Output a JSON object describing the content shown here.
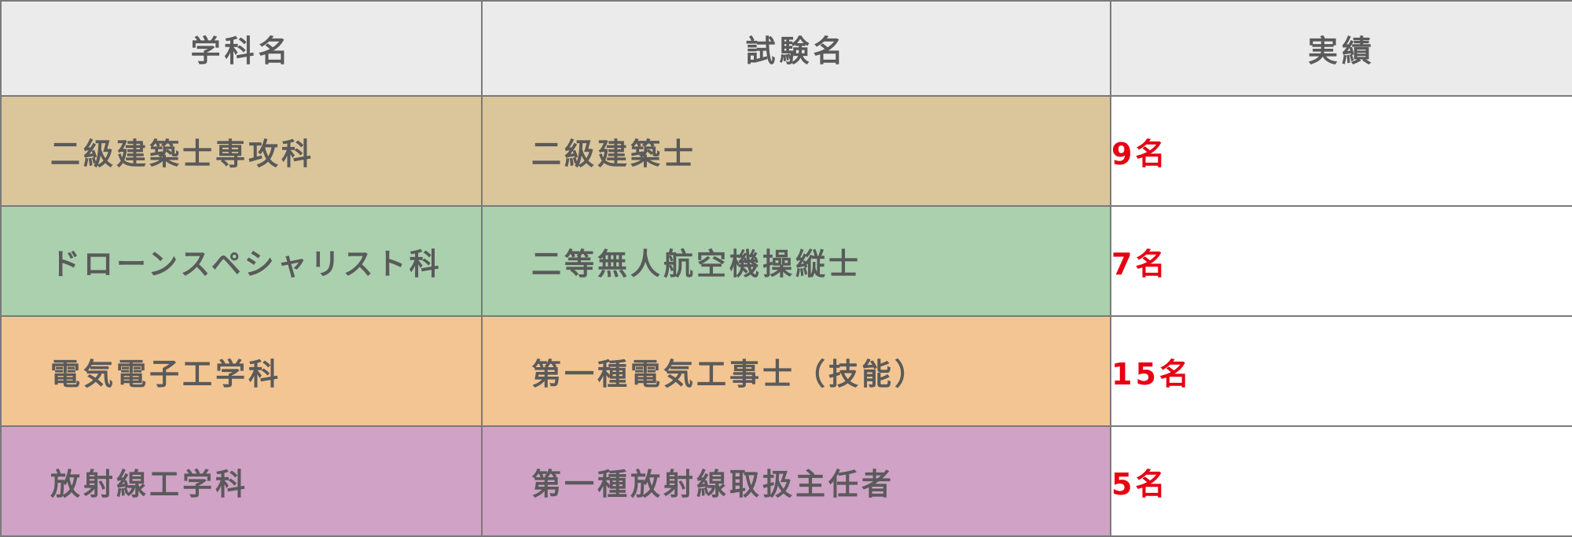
{
  "table": {
    "headers": {
      "department": "学科名",
      "exam": "試験名",
      "result": "実績"
    },
    "rows": [
      {
        "department": "二級建築士専攻科",
        "exam": "二級建築士",
        "result": "9名",
        "color": "#dbc59a"
      },
      {
        "department": "ドローンスペシャリスト科",
        "exam": "二等無人航空機操縦士",
        "result": "7名",
        "color": "#aad0ae"
      },
      {
        "department": "電気電子工学科",
        "exam": "第一種電気工事士（技能）",
        "result": "15名",
        "color": "#f3c592"
      },
      {
        "department": "放射線工学科",
        "exam": "第一種放射線取扱主任者",
        "result": "5名",
        "color": "#cfa2c6"
      }
    ],
    "colors": {
      "header_bg": "#ebebeb",
      "border": "#7a7a7a",
      "text": "#5a5a5a",
      "result_text": "#e60012"
    }
  }
}
